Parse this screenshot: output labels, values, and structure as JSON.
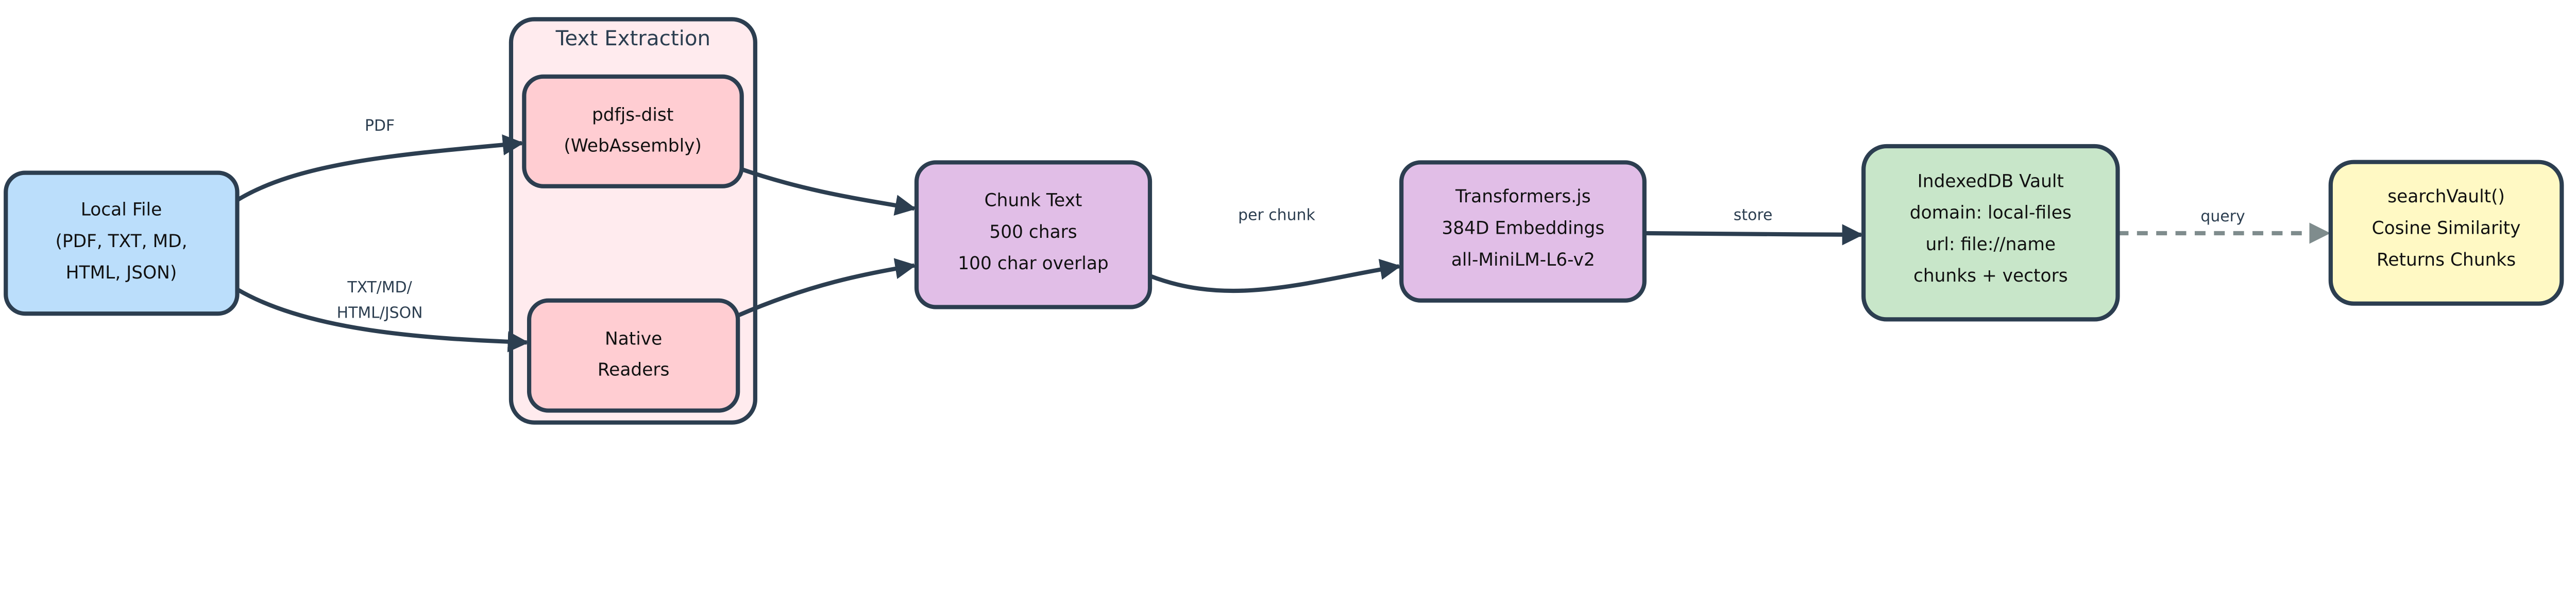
{
  "colors": {
    "stroke": "#2C3E50",
    "source": "#BBDEFB",
    "cluster": "#FFEBEE",
    "extractor": "#FFCDD2",
    "processing": "#E1BEE7",
    "storage": "#C8E6C9",
    "search": "#FFF9C4",
    "dashed_edge": "#7F8C8D"
  },
  "cluster": {
    "title": "Text Extraction"
  },
  "nodes": {
    "local_file": {
      "lines": [
        "Local File",
        "(PDF, TXT, MD,",
        "HTML, JSON)"
      ]
    },
    "pdfjs": {
      "lines": [
        "pdfjs-dist",
        "(WebAssembly)"
      ]
    },
    "native": {
      "lines": [
        "Native",
        "Readers"
      ]
    },
    "chunk": {
      "lines": [
        "Chunk Text",
        "500 chars",
        "100 char overlap"
      ]
    },
    "transformers": {
      "lines": [
        "Transformers.js",
        "384D Embeddings",
        "all-MiniLM-L6-v2"
      ]
    },
    "vault": {
      "lines": [
        "IndexedDB Vault",
        "domain: local-files",
        "url: file://name",
        "chunks + vectors"
      ]
    },
    "search": {
      "lines": [
        "searchVault()",
        "Cosine Similarity",
        "Returns Chunks"
      ]
    }
  },
  "edges": {
    "pdf": "PDF",
    "txt_lines": [
      "TXT/MD/",
      "HTML/JSON"
    ],
    "per_chunk": "per chunk",
    "store": "store",
    "query": "query"
  }
}
